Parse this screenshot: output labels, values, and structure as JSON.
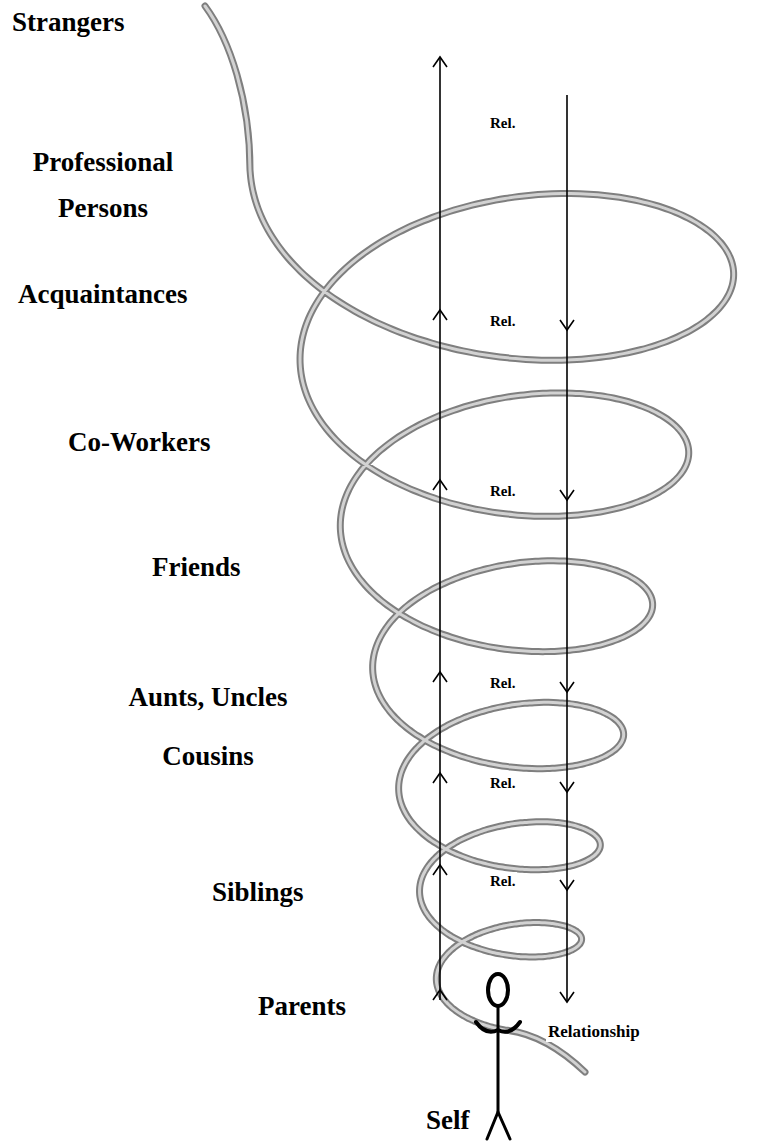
{
  "diagram": {
    "labels": [
      "Strangers",
      "Rel.",
      "Professional Persons",
      "Acquaintances",
      "Rel.",
      "Co-Workers",
      "Rel.",
      "Friends",
      "Aunts, Uncles Cousins",
      "Rel.",
      "Rel.",
      "Rel.",
      "Siblings",
      "Parents",
      "Relationship",
      "Self"
    ]
  }
}
